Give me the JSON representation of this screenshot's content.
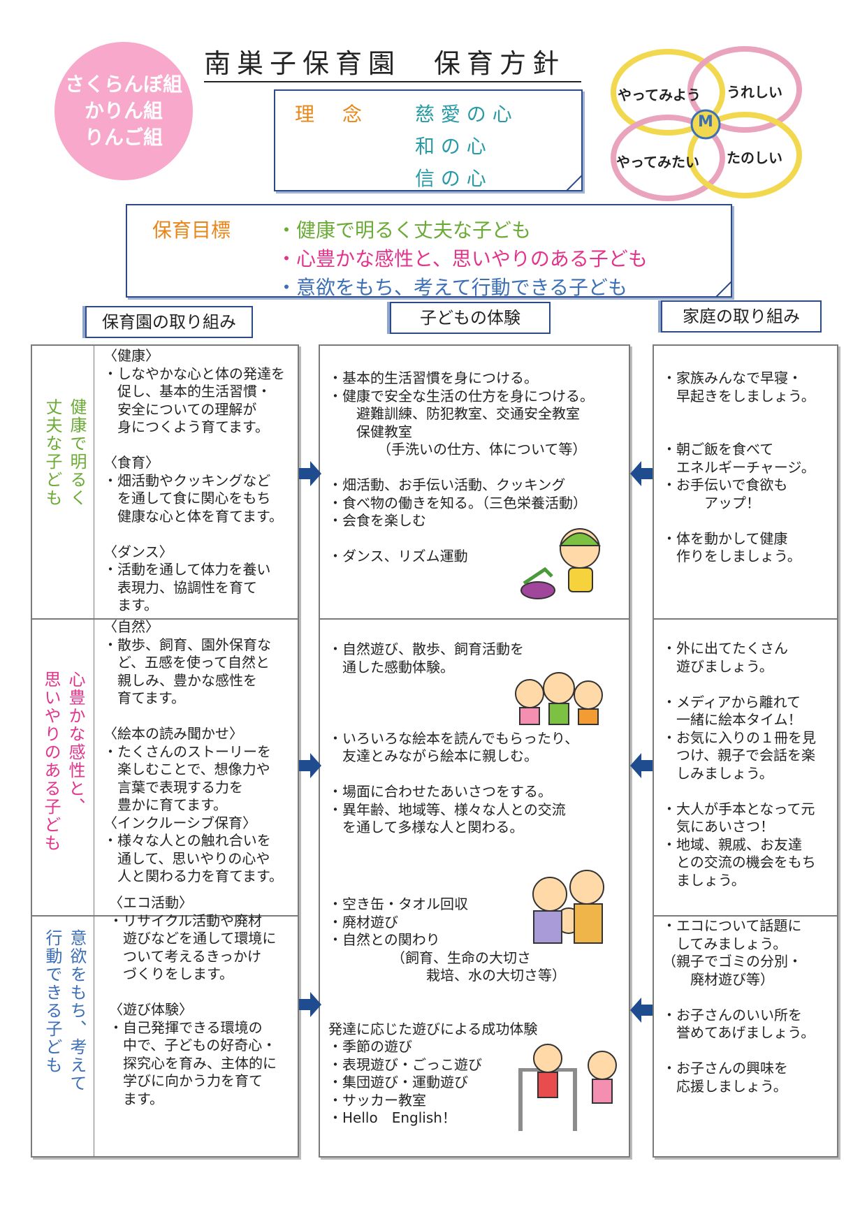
{
  "header": {
    "title": "南巣子保育園　保育方針",
    "classes": [
      "さくらんぼ組",
      "かりん組",
      "りんご組"
    ],
    "philosophy_label": "理　念",
    "philosophy": [
      "慈 愛 の 心",
      "和 の 心",
      "信 の 心"
    ],
    "logo_words": [
      "やってみよう",
      "うれしい",
      "やってみたい",
      "たのしい"
    ],
    "logo_letter": "M"
  },
  "goals": {
    "label": "保育目標",
    "items": [
      "・健康で明るく丈夫な子ども",
      "・心豊かな感性と、思いやりのある子ども",
      "・意欲をもち、考えて行動できる子ども"
    ]
  },
  "columns": {
    "nursery": "保育園の取り組み",
    "child": "子どもの体験",
    "home": "家庭の取り組み"
  },
  "rows": [
    {
      "side": "健康で明るく\n丈夫な子ども",
      "nursery": "〈健康〉\n・しなやかな心と体の発達を\n　促し、基本的生活習慣・\n　安全についての理解が\n　身につくよう育てます。\n\n〈食育〉\n・畑活動やクッキングなど\n　を通して食に関心をもち\n　健康な心と体を育てます。\n\n〈ダンス〉\n・活動を通して体力を養い\n　表現力、協調性を育て\n　ます。",
      "child": "・基本的生活習慣を身につける。\n・健康で安全な生活の仕方を身につける。\n　　避難訓練、防犯教室、交通安全教室\n　　保健教室\n　　　　（手洗いの仕方、体について等）\n\n・畑活動、お手伝い活動、クッキング\n・食べ物の働きを知る。（三色栄養活動）\n・会食を楽しむ\n\n・ダンス、リズム運動",
      "home": "・家族みんなで早寝・\n　早起きをしましょう。\n\n\n・朝ご飯を食べて\n　エネルギーチャージ。\n・お手伝いで食欲も\n　　　アップ！\n\n・体を動かして健康\n　作りをしましょう。"
    },
    {
      "side": "心豊かな感性と、\n思いやりのある子ども",
      "nursery": "〈自然〉\n・散歩、飼育、園外保育な\n　ど、五感を使って自然と\n　親しみ、豊かな感性を\n　育てます。\n\n〈絵本の読み聞かせ〉\n・たくさんのストーリーを\n　楽しむことで、想像力や\n　言葉で表現する力を\n　豊かに育てます。\n〈インクルーシブ保育〉\n・様々な人との触れ合いを\n　通して、思いやりの心や\n　人と関わる力を育てます。",
      "child": "・自然遊び、散歩、飼育活動を\n　通した感動体験。\n\n\n\n・いろいろな絵本を読んでもらったり、\n　友達とみながら絵本に親しむ。\n\n・場面に合わせたあいさつをする。\n・異年齢、地域等、様々な人との交流\n　を通して多様な人と関わる。",
      "home": "・外に出てたくさん\n　遊びましょう。\n\n・メディアから離れて\n　一緒に絵本タイム！\n・お気に入りの１冊を見\n　つけ、親子で会話を楽\n　しみましょう。\n\n・大人が手本となって元\n　気にあいさつ！\n・地域、親戚、お友達\n　との交流の機会をもち\n　ましょう。"
    },
    {
      "side": "意欲をもち、考えて\n行動できる子ども",
      "nursery": "〈エコ活動〉\n・リサイクル活動や廃材\n　遊びなどを通して環境に\n　ついて考えるきっかけ\n　づくりをします。\n\n〈遊び体験〉\n・自己発揮できる環境の\n　中で、子どもの好奇心・\n　探究心を育み、主体的に\n　学びに向かう力を育て\n　ます。",
      "child": "・空き缶・タオル回収\n・廃材遊び\n・自然との関わり\n　　　　　（飼育、生命の大切さ\n　　　　　　　栽培、水の大切さ等）\n\n\n発達に応じた遊びによる成功体験\n・季節の遊び\n・表現遊び・ごっこ遊び\n・集団遊び・運動遊び\n・サッカー教室\n・Hello　English！",
      "home": "・エコについて話題に\n　してみましょう。\n（親子でゴミの分別・\n　　廃材遊び等）\n\n・お子さんのいい所を\n　誉めてあげましょう。\n\n・お子さんの興味を\n　応援しましょう。"
    }
  ],
  "colors": {
    "pink_badge": "#f5a3c7",
    "orange": "#e8861a",
    "teal": "#2a9aa6",
    "green": "#6aaa35",
    "magenta": "#e2348c",
    "blue": "#3c6fb5",
    "navy_arrow": "#1f4c8f"
  }
}
